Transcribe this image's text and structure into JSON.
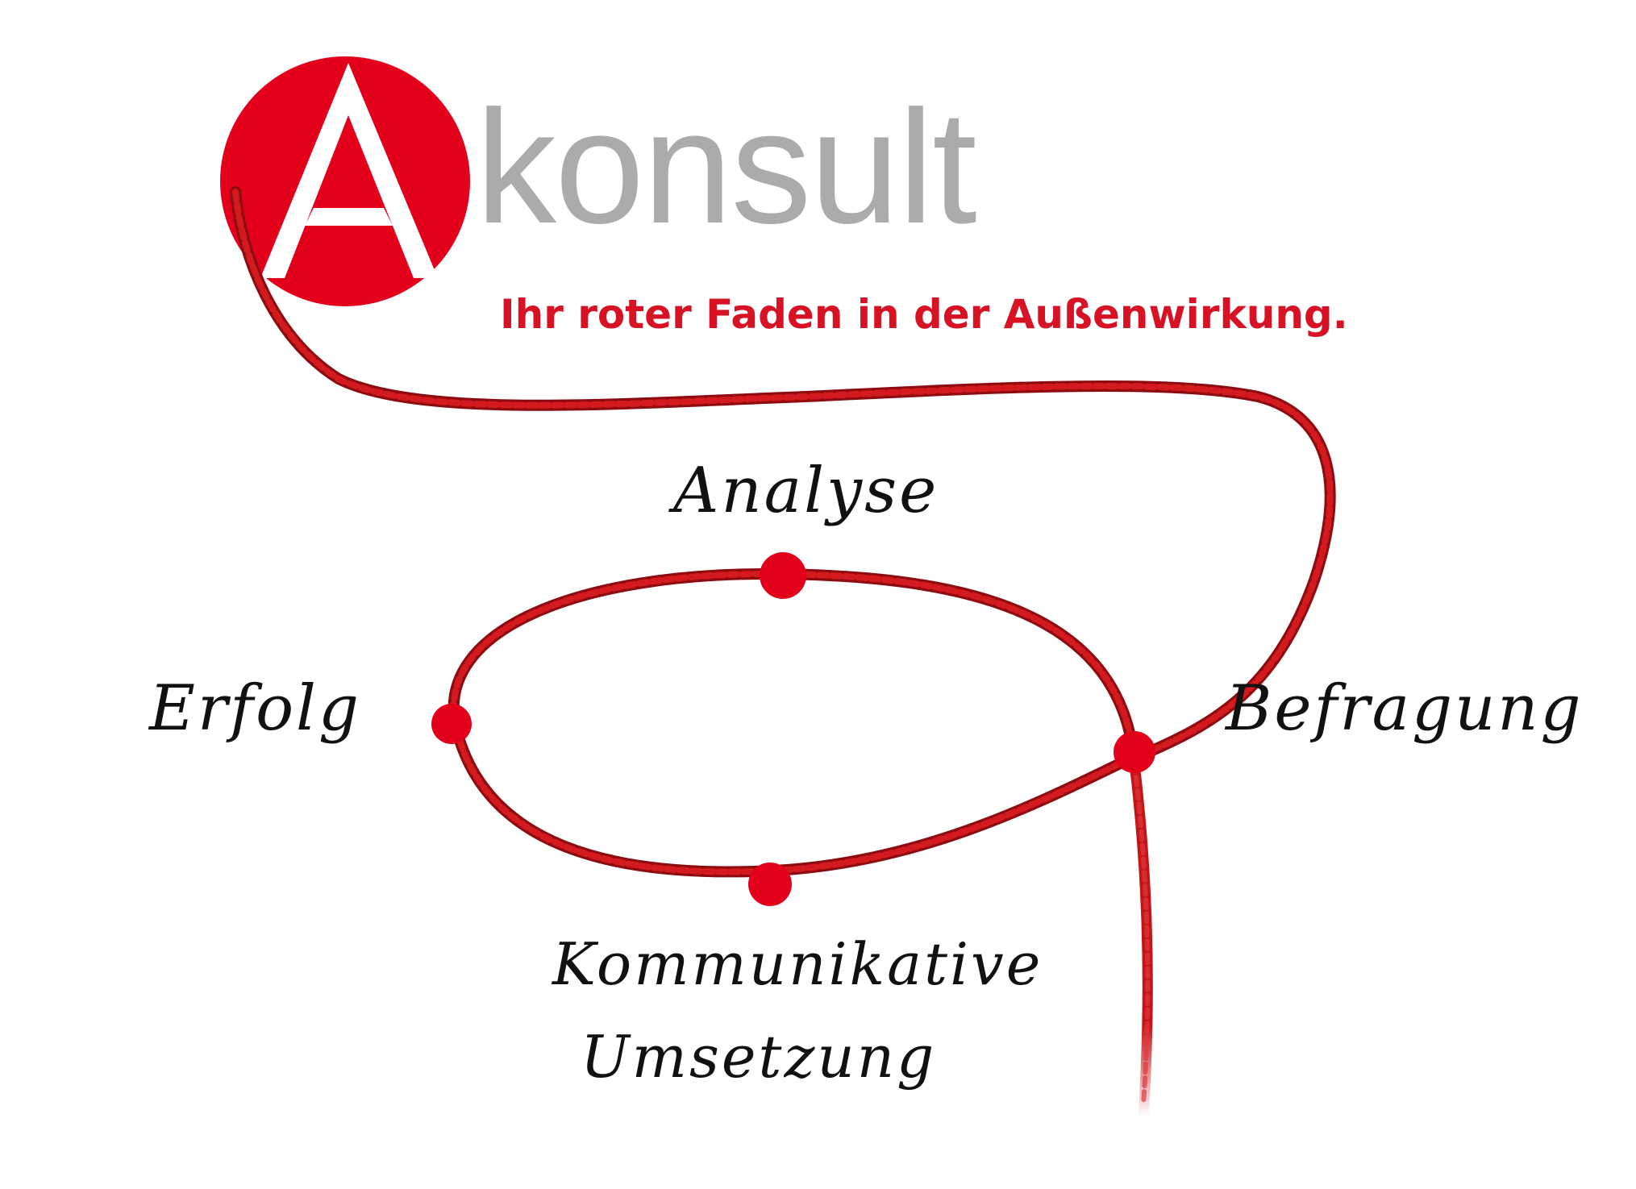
{
  "brand": {
    "logo_letter": "A",
    "name": "konsult",
    "tagline": "Ihr roter Faden in der Außenwirkung."
  },
  "stages": {
    "analyse": "Analyse",
    "erfolg": "Erfolg",
    "befragung": "Befragung",
    "kommunikative": "Kommunikative",
    "umsetzung": "Umsetzung"
  },
  "colors": {
    "brand_red": "#e2001a",
    "thread_red": "#c41418",
    "wordmark_grey": "#ababab",
    "tagline_red": "#d81225",
    "handwriting": "#111111"
  }
}
